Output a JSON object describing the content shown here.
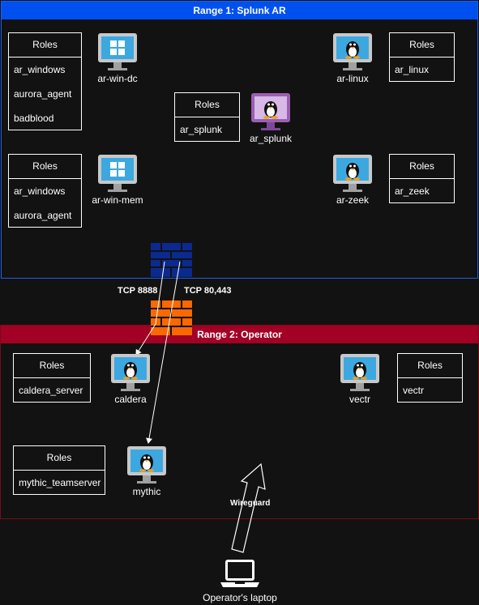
{
  "range1": {
    "title": "Range 1: Splunk AR"
  },
  "range2": {
    "title": "Range 2: Operator"
  },
  "roles_header": "Roles",
  "roles": {
    "ar_win_dc": [
      "ar_windows",
      "aurora_agent",
      "badblood"
    ],
    "ar_win_mem": [
      "ar_windows",
      "aurora_agent"
    ],
    "ar_splunk": [
      "ar_splunk"
    ],
    "ar_linux": [
      "ar_linux"
    ],
    "ar_zeek": [
      "ar_zeek"
    ],
    "caldera": [
      "caldera_server"
    ],
    "vectr": [
      "vectr"
    ],
    "mythic": [
      "mythic_teamserver"
    ]
  },
  "hosts": {
    "ar_win_dc": "ar-win-dc",
    "ar_win_mem": "ar-win-mem",
    "ar_splunk": "ar_splunk",
    "ar_linux": "ar-linux",
    "ar_zeek": "ar-zeek",
    "caldera": "caldera",
    "vectr": "vectr",
    "mythic": "mythic",
    "laptop": "Operator's laptop"
  },
  "edges": {
    "tcp_8888": "TCP 8888",
    "tcp_80_443": "TCP 80,443",
    "wireguard": "Wireguard"
  },
  "colors": {
    "range1": "#0050ef",
    "range2": "#a20025",
    "windows_screen": "#3da8e0",
    "linux_screen": "#3da8e0",
    "splunk_monitor": "#9b5fb3",
    "firewall_blue": "#0b2a8f",
    "firewall_orange": "#fa6800"
  }
}
